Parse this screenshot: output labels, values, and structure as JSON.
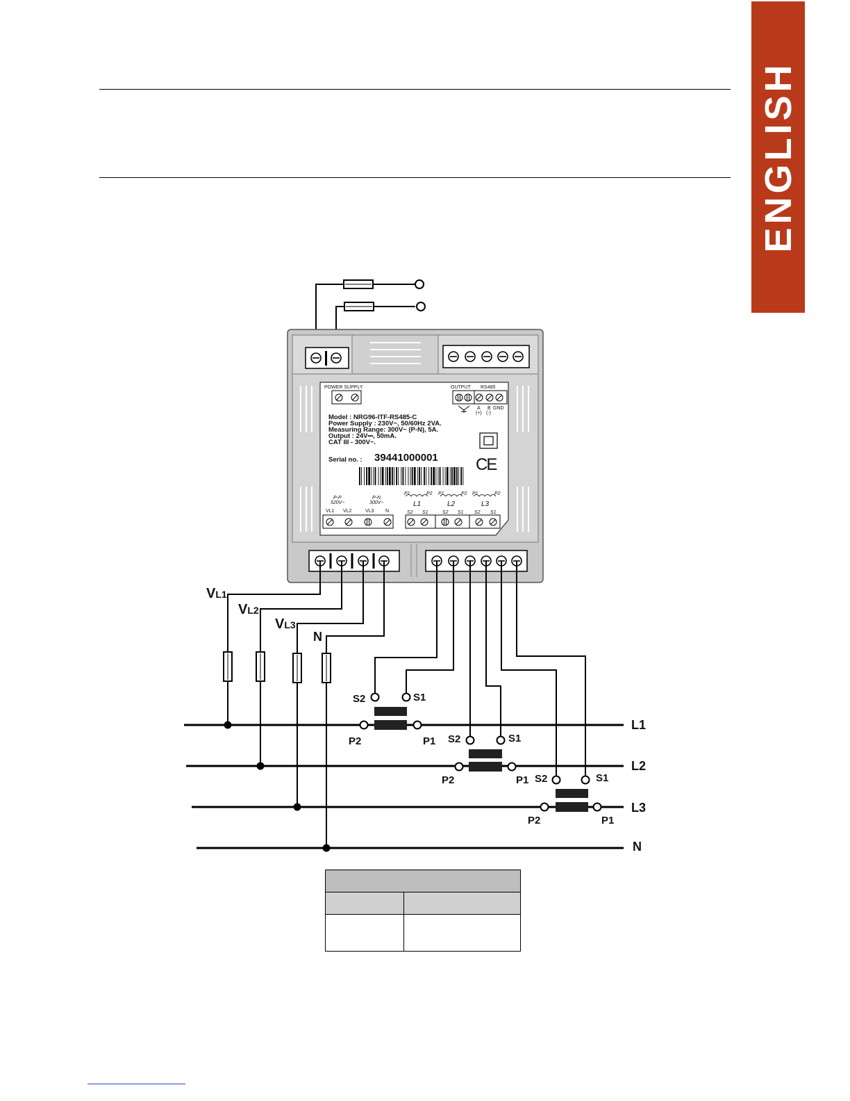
{
  "sidebar_tab": {
    "label": "ENGLISH",
    "color": "#b93a1b"
  },
  "device": {
    "power_supply_label": "POWER SUPPLY",
    "output_label": "OUTPUT",
    "rs485_label": "RS485",
    "rs485_a": "A",
    "rs485_b": "B",
    "rs485_gnd": "GND",
    "rs485_a_pol": "(+)",
    "rs485_b_pol": "(-)",
    "model": "Model : NRG96-ITF-RS485-C",
    "power_supply_spec": "Power Supply : 230V~, 50/60Hz 2VA.",
    "measuring_range": "Measuring Range: 300V~ (P-N), 5A.",
    "output_spec": "Output : 24V⎓, 50mA.",
    "cat_spec": "CAT III - 300V~.",
    "serial_label": "Serial no. :",
    "serial_number": "39441000001",
    "ce_mark": "CE",
    "pp_label": "P-P",
    "pp_voltage": "520V~",
    "pn_label": "P-N",
    "pn_voltage": "300V~",
    "volt_terminals": [
      "VL1",
      "VL2",
      "VL3",
      "N"
    ],
    "ct_inputs": [
      {
        "name": "L1",
        "p1": "P1",
        "p2": "P2",
        "s2": "S2",
        "s1": "S1"
      },
      {
        "name": "L2",
        "p1": "P1",
        "p2": "P2",
        "s2": "S2",
        "s1": "S1"
      },
      {
        "name": "L3",
        "p1": "P1",
        "p2": "P2",
        "s2": "S2",
        "s1": "S1"
      }
    ]
  },
  "wiring": {
    "voltage_labels": [
      {
        "main": "V",
        "sub": "L1"
      },
      {
        "main": "V",
        "sub": "L2"
      },
      {
        "main": "V",
        "sub": "L3"
      },
      {
        "main": "N",
        "sub": ""
      }
    ],
    "lines": [
      "L1",
      "L2",
      "L3",
      "N"
    ],
    "transformers": [
      {
        "s2": "S2",
        "s1": "S1",
        "p2": "P2",
        "p1": "P1"
      },
      {
        "s2": "S2",
        "s1": "S1",
        "p2": "P2",
        "p1": "P1"
      },
      {
        "s2": "S2",
        "s1": "S1",
        "p2": "P2",
        "p1": "P1"
      }
    ]
  }
}
